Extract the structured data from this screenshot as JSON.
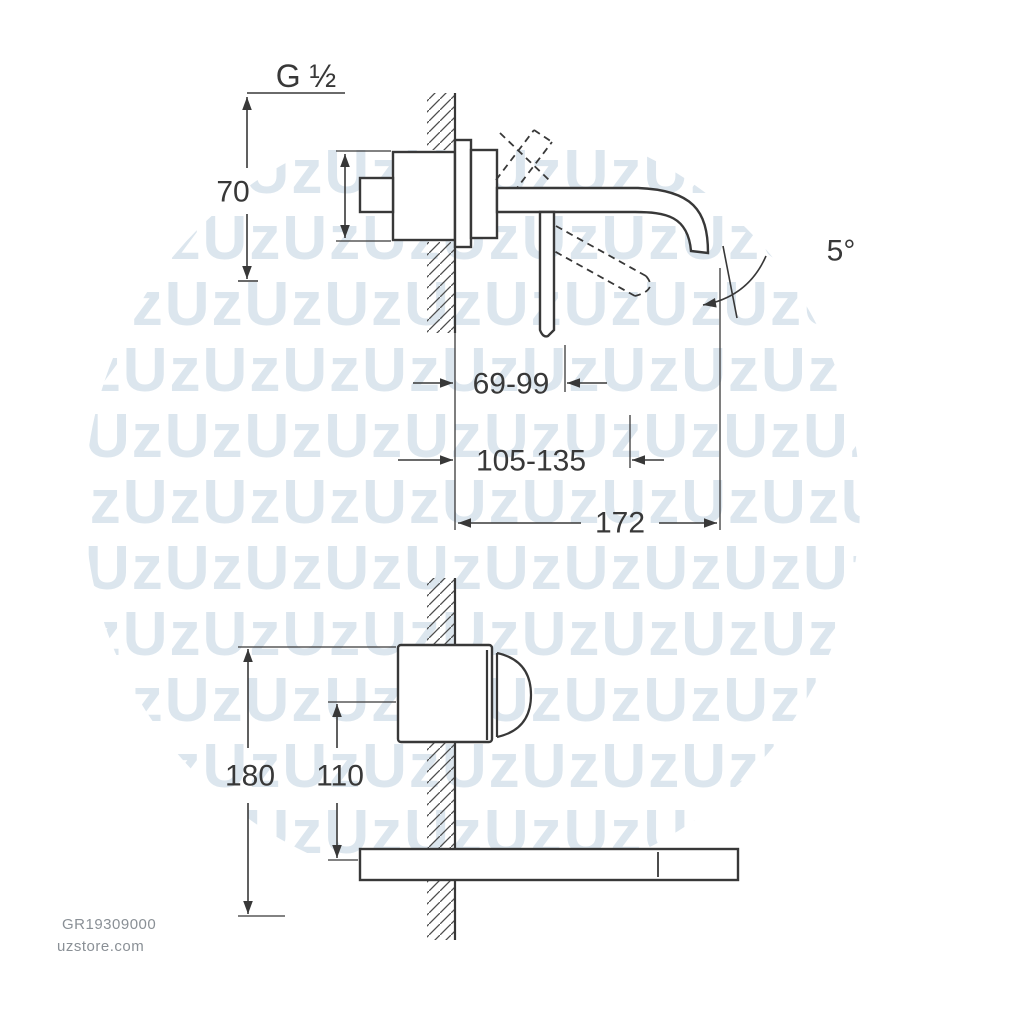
{
  "watermark": {
    "text": "UzUzUzUzUzUzUzUzUzUzUz",
    "color": "#dce6ee"
  },
  "top_view": {
    "thread_label": "G ½",
    "dim_70": "70",
    "angle": "5°",
    "dim_69_99": "69-99",
    "dim_105_135": "105-135",
    "dim_172": "172"
  },
  "front_view": {
    "dim_180": "180",
    "dim_110": "110"
  },
  "footer": {
    "product_code": "GR19309000",
    "website": "uzstore.com"
  }
}
